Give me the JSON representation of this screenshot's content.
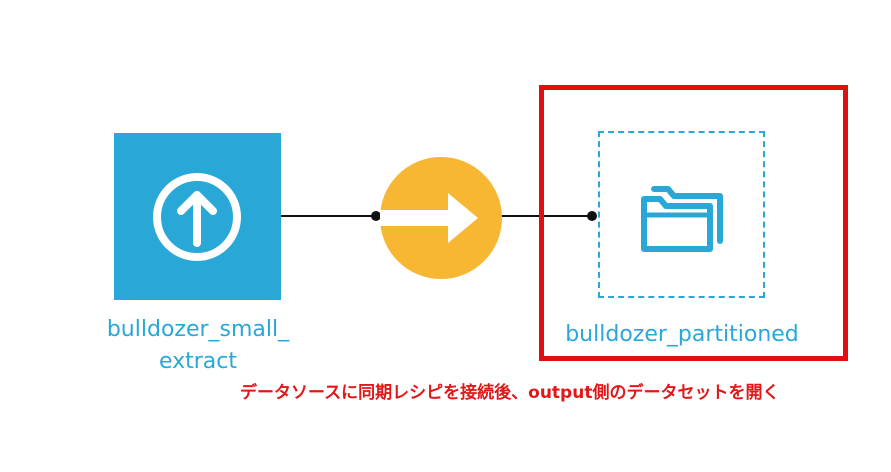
{
  "flow": {
    "input_dataset": {
      "name": "bulldozer_small_",
      "name_line2": "extract",
      "icon": "upload-circle-icon",
      "color": "#29a8d8"
    },
    "sync_recipe": {
      "icon": "arrow-right-icon",
      "color": "#f7b733"
    },
    "output_dataset": {
      "name": "bulldozer_partitioned",
      "icon": "folders-icon",
      "color": "#29a8d8",
      "status": "not built"
    },
    "edge_color": "#111111"
  },
  "annotation": {
    "text": "データソースに同期レシピを接続後、output側のデータセットを開く",
    "color": "#e01818",
    "highlight_color": "#e01010"
  }
}
